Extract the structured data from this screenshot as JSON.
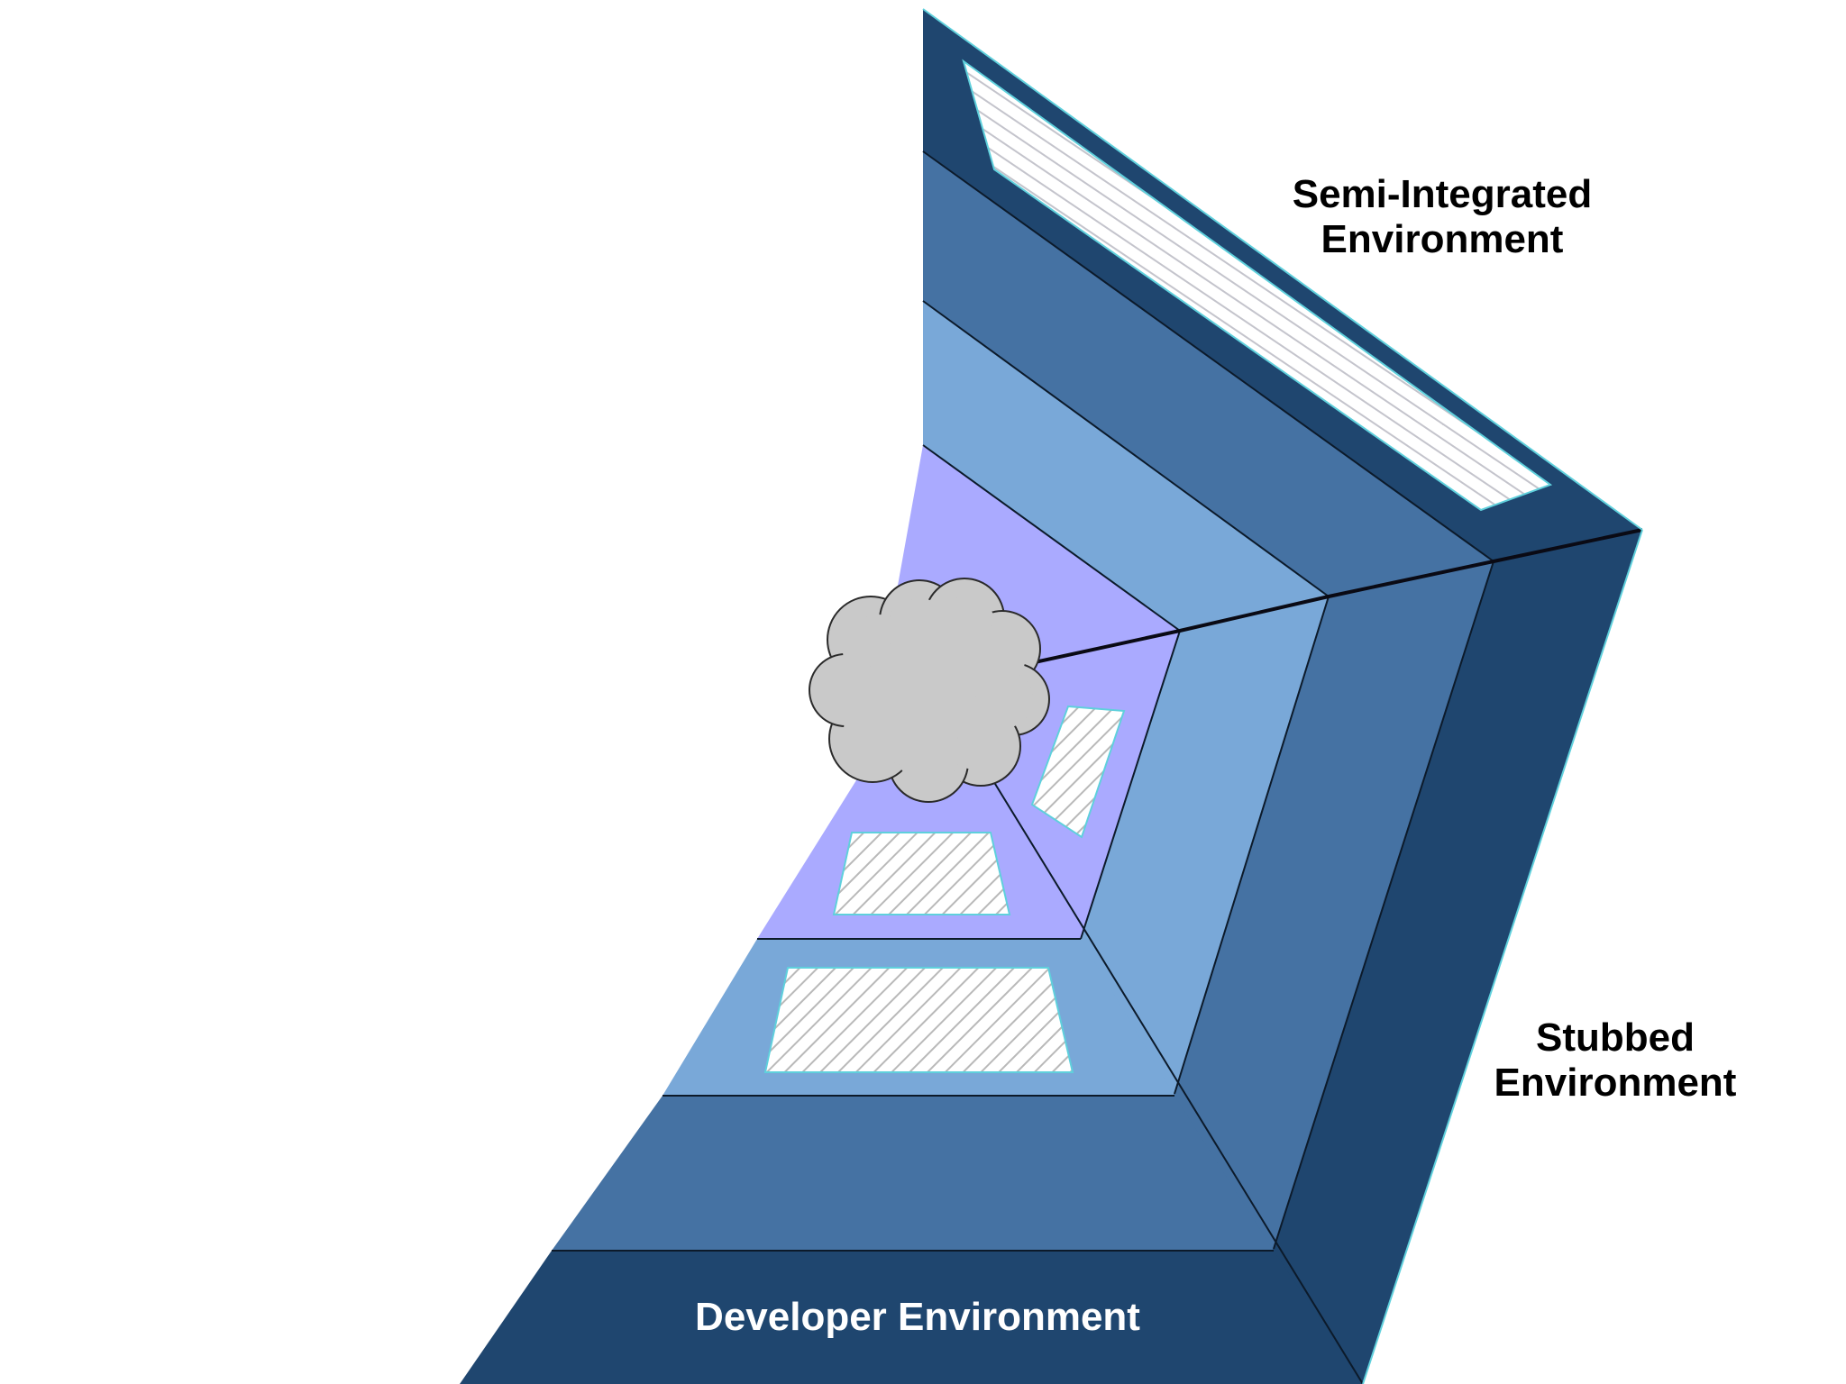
{
  "labels": {
    "semi_integrated_line1": "Semi-Integrated",
    "semi_integrated_line2": "Environment",
    "stubbed_line1": "Stubbed",
    "stubbed_line2": "Environment",
    "developer": "Developer Environment"
  },
  "colors": {
    "navy": "#1f466f",
    "steel": "#4572a3",
    "sky": "#79a8d8",
    "lavender": "#aaaaff",
    "cloud": "#c9c9c9",
    "hatch_line": "#b9b9b9",
    "hatch_border": "#5fd0dc",
    "label_dark": "#000000",
    "label_light": "#ffffff"
  }
}
